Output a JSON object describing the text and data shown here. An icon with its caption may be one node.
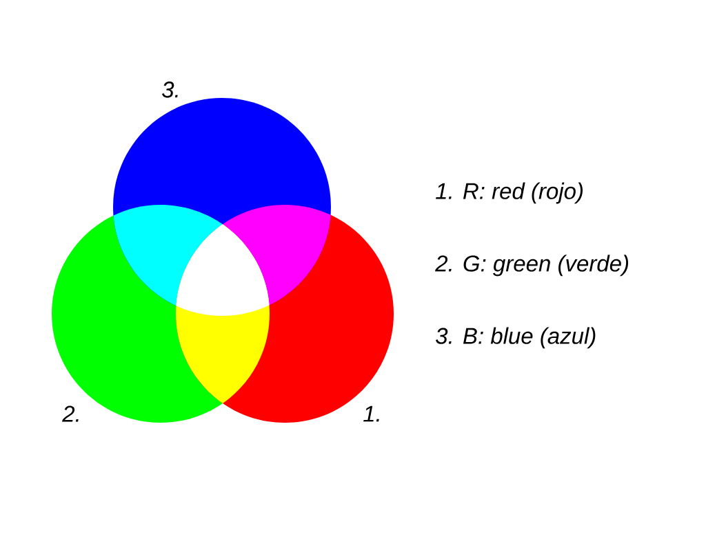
{
  "diagram": {
    "labels": [
      "3.",
      "1. R: red (rojo)",
      "2. G: green (verde)",
      "3. B: blue (azul)",
      "2.",
      "1."
    ]
  }
}
